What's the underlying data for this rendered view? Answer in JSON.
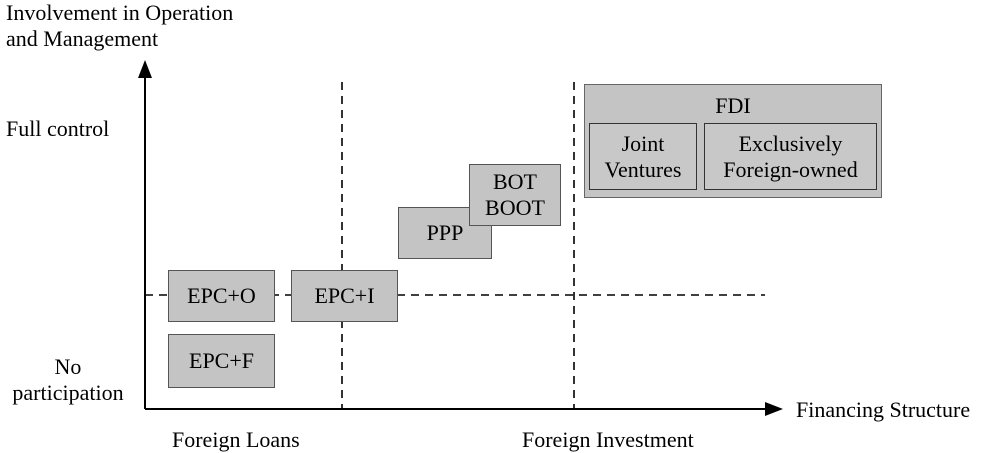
{
  "y_axis_label_line1": "Involvement in Operation",
  "y_axis_label_line2": "and Management",
  "y_top_label": "Full control",
  "y_bottom_label_line1": "No",
  "y_bottom_label_line2": "participation",
  "x_axis_label": "Financing Structure",
  "x_left_label": "Foreign Loans",
  "x_right_label": "Foreign Investment",
  "boxes": {
    "epc_o": "EPC+O",
    "epc_f": "EPC+F",
    "epc_i": "EPC+I",
    "ppp": "PPP",
    "bot_line1": "BOT",
    "bot_line2": "BOOT",
    "fdi": "FDI",
    "joint_line1": "Joint",
    "joint_line2": "Ventures",
    "excl_line1": "Exclusively",
    "excl_line2": "Foreign-owned"
  }
}
